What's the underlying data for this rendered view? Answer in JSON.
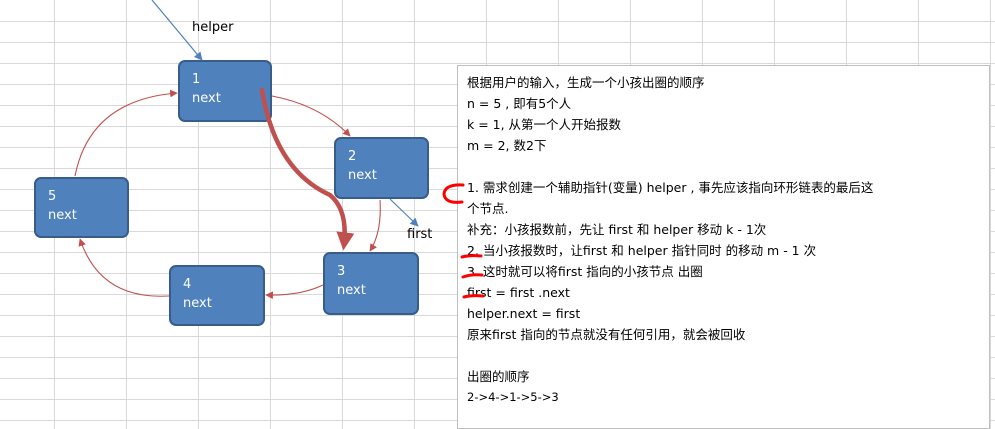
{
  "nodes": {
    "n1": {
      "num": "1",
      "field": "next"
    },
    "n2": {
      "num": "2",
      "field": "next"
    },
    "n3": {
      "num": "3",
      "field": "next"
    },
    "n4": {
      "num": "4",
      "field": "next"
    },
    "n5": {
      "num": "5",
      "field": "next"
    }
  },
  "pointers": {
    "helper": "helper",
    "first": "first"
  },
  "note": {
    "line1": "根据用户的输入，生成一个小孩出圈的顺序",
    "line2": "n = 5 , 即有5个人",
    "line3": "k = 1, 从第一个人开始报数",
    "line4": "m = 2, 数2下",
    "line5": "1.  需求创建一个辅助指针(变量) helper , 事先应该指向环形链表的最后这",
    "line6": "个节点.",
    "line7": "补充：小孩报数前，先让 first 和  helper 移动 k - 1次",
    "line8": "2.  当小孩报数时，让first 和 helper 指针同时 的移动  m  - 1 次",
    "line9": "3.  这时就可以将first 指向的小孩节点 出圈",
    "line10": "first = first .next",
    "line11": "helper.next = first",
    "line12": "原来first 指向的节点就没有任何引用，就会被回收",
    "line13": "出圈的顺序",
    "line14": "2->4->1->5->3"
  },
  "colors": {
    "node_fill": "#4f81bd",
    "node_border": "#385d8a",
    "pointer_arrow": "#4f81bd",
    "link_arrow": "#c0504d",
    "highlight_arrow": "#c0504d",
    "annotation_mark": "#ff0000"
  }
}
